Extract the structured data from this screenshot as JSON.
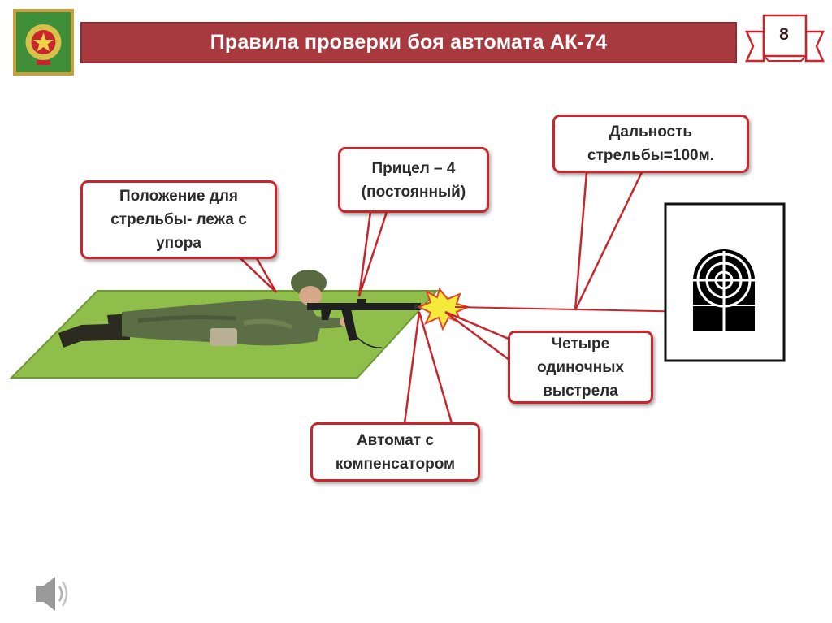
{
  "header": {
    "title": "Правила проверки боя автомата АК-74",
    "slide_number": "8"
  },
  "callouts": {
    "position": "Положение для\nстрельбы- лежа с\nупора",
    "sight": "Прицел – 4\n(постоянный)",
    "range": "Дальность\nстрельбы=100м.",
    "shots": "Четыре\nодиночных\nвыстрела",
    "rifle": "Автомат с\nкомпенсатором"
  },
  "colors": {
    "title_bar": "#a83a3f",
    "callout_border": "#c8262c",
    "ground": "#8fbf4a",
    "emblem_bg": "#3f8f3a",
    "emblem_border": "#c9a13a"
  },
  "icons": {
    "emblem": "military-school-emblem",
    "speaker": "speaker-icon",
    "target": "circular-target-icon",
    "flash": "muzzle-flash"
  }
}
